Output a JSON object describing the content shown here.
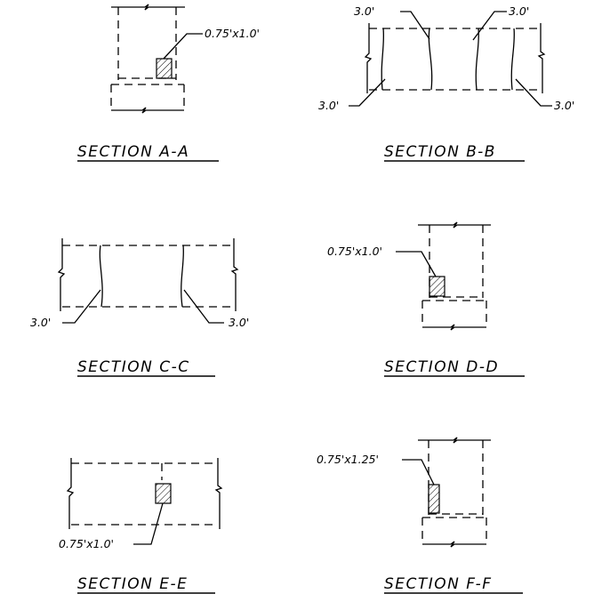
{
  "sections": [
    {
      "id": "a",
      "title": "SECTION A-A",
      "labels": [
        "0.75'x1.0'"
      ]
    },
    {
      "id": "b",
      "title": "SECTION B-B",
      "labels": [
        "3.0'",
        "3.0'",
        "3.0'",
        "3.0'"
      ]
    },
    {
      "id": "c",
      "title": "SECTION C-C",
      "labels": [
        "3.0'",
        "3.0'"
      ]
    },
    {
      "id": "d",
      "title": "SECTION D-D",
      "labels": [
        "0.75'x1.0'"
      ]
    },
    {
      "id": "e",
      "title": "SECTION E-E",
      "labels": [
        "0.75'x1.0'"
      ]
    },
    {
      "id": "f",
      "title": "SECTION F-F",
      "labels": [
        "0.75'x1.25'"
      ]
    }
  ]
}
